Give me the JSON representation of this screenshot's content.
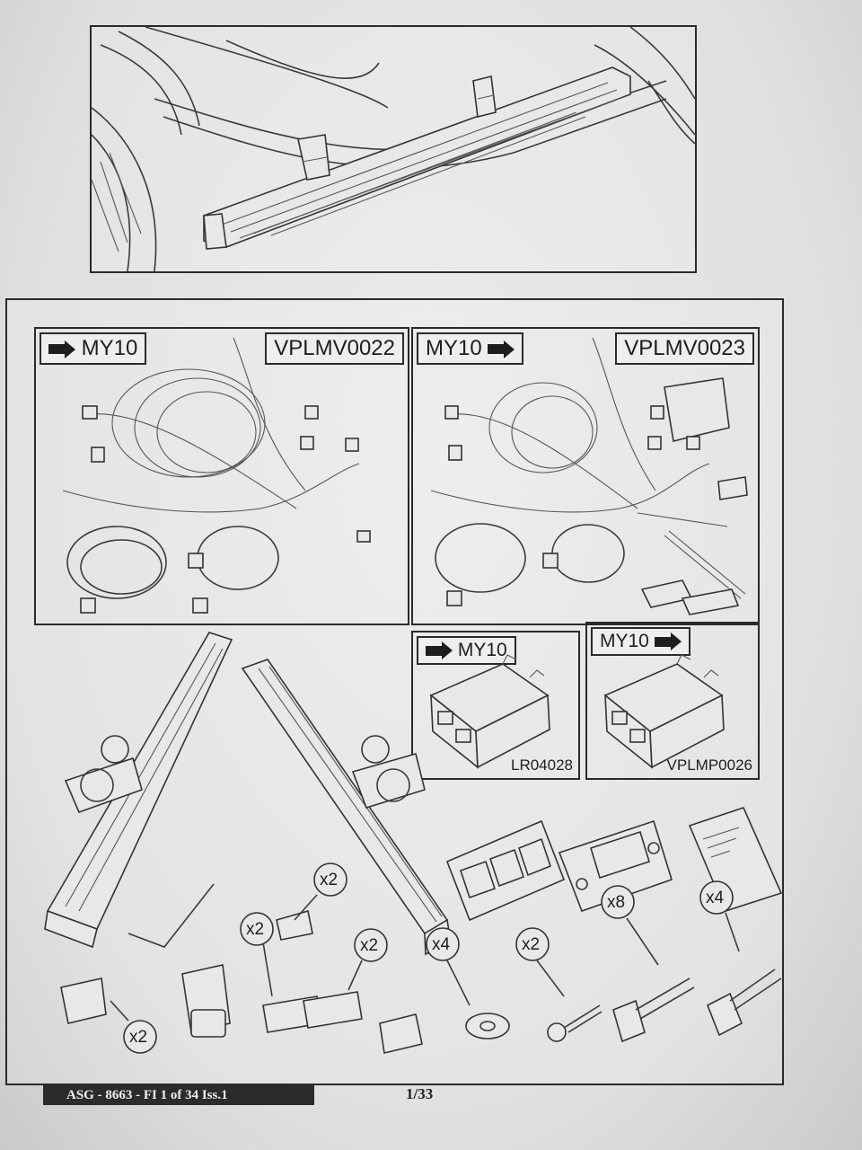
{
  "harness_a": {
    "direction_label": "MY10",
    "part_number": "VPLMV0022"
  },
  "harness_b": {
    "direction_label": "MY10",
    "part_number": "VPLMV0023"
  },
  "module_a": {
    "direction_label": "MY10",
    "part_number": "LR04028"
  },
  "module_b": {
    "direction_label": "MY10",
    "part_number": "VPLMP0026"
  },
  "quantities": {
    "clip": "x2",
    "pad": "x2",
    "foam_left": "x2",
    "foam_right": "x2",
    "washer": "x4",
    "screw": "x2",
    "bolt_flange": "x8",
    "bolt_hex": "x4"
  },
  "footer": {
    "doc_ref": "ASG - 8663 - FI 1 of 34 Iss.1",
    "page": "1/33"
  }
}
